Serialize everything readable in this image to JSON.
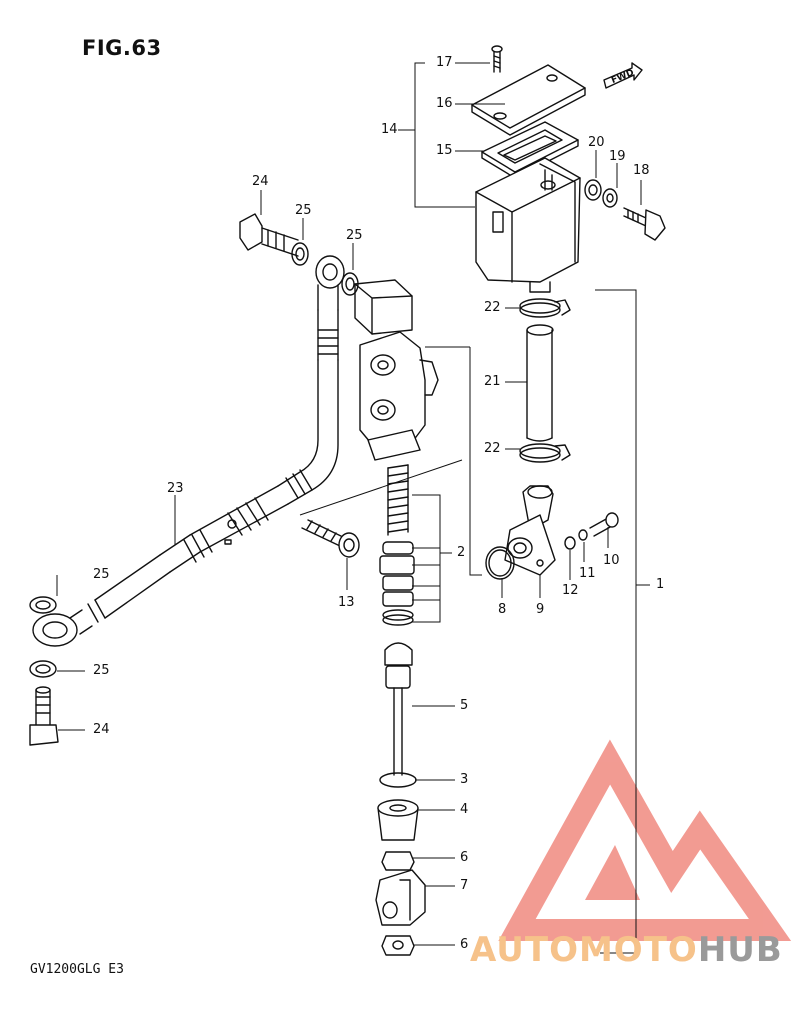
{
  "figure": {
    "title": "FIG.63",
    "model_code": "GV1200GLG  E3",
    "fwd_tag": "FWD"
  },
  "callouts": [
    {
      "id": "c17",
      "label": "17"
    },
    {
      "id": "c16",
      "label": "16"
    },
    {
      "id": "c14",
      "label": "14"
    },
    {
      "id": "c15",
      "label": "15"
    },
    {
      "id": "c20",
      "label": "20"
    },
    {
      "id": "c19",
      "label": "19"
    },
    {
      "id": "c18",
      "label": "18"
    },
    {
      "id": "c24a",
      "label": "24"
    },
    {
      "id": "c25a",
      "label": "25"
    },
    {
      "id": "c25b",
      "label": "25"
    },
    {
      "id": "c22a",
      "label": "22"
    },
    {
      "id": "c21",
      "label": "21"
    },
    {
      "id": "c22b",
      "label": "22"
    },
    {
      "id": "c23",
      "label": "23"
    },
    {
      "id": "c2",
      "label": "2"
    },
    {
      "id": "c13",
      "label": "13"
    },
    {
      "id": "c8",
      "label": "8"
    },
    {
      "id": "c9",
      "label": "9"
    },
    {
      "id": "c12",
      "label": "12"
    },
    {
      "id": "c11",
      "label": "11"
    },
    {
      "id": "c10",
      "label": "10"
    },
    {
      "id": "c1",
      "label": "1"
    },
    {
      "id": "c25c",
      "label": "25"
    },
    {
      "id": "c25d",
      "label": "25"
    },
    {
      "id": "c24b",
      "label": "24"
    },
    {
      "id": "c5",
      "label": "5"
    },
    {
      "id": "c3",
      "label": "3"
    },
    {
      "id": "c4",
      "label": "4"
    },
    {
      "id": "c6a",
      "label": "6"
    },
    {
      "id": "c7",
      "label": "7"
    },
    {
      "id": "c6b",
      "label": "6"
    }
  ],
  "watermark": {
    "part1": "AUTOMOTO",
    "part2": "HUB",
    "colors": {
      "triangle": "#f0897f",
      "text_a": "#f6c28a",
      "text_b": "#9a9a9a"
    }
  }
}
